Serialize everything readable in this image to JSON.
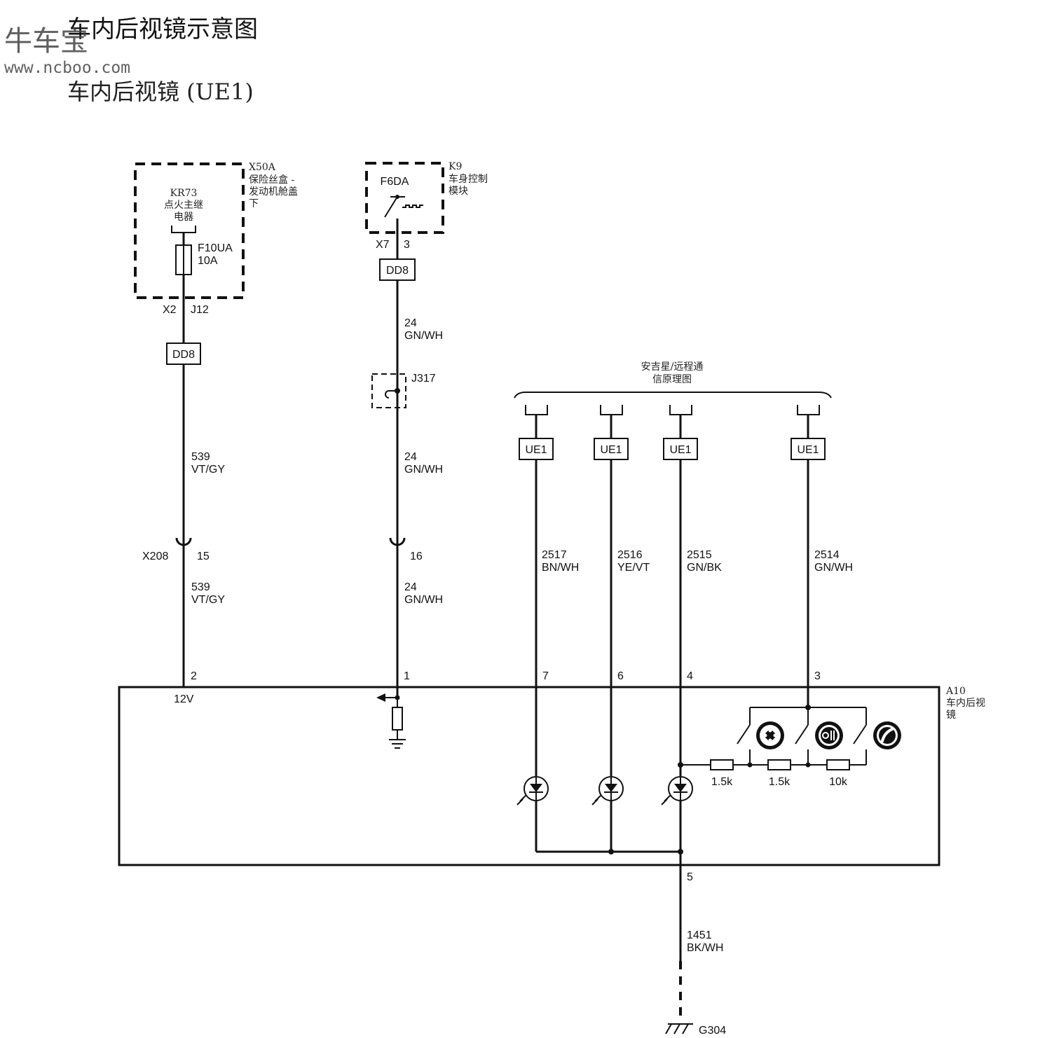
{
  "page": {
    "title": "车内后视镜示意图",
    "subtitle": "车内后视镜 (UE1)"
  },
  "watermark": {
    "name": "牛车宝",
    "url": "www.ncboo.com"
  },
  "fuse_block": {
    "id": "X50A",
    "desc_lines": [
      "保险丝盒 -",
      "发动机舱盖",
      "下"
    ],
    "relay_lines": [
      "KR73",
      "点火主继",
      "电器"
    ],
    "fuse": "F10UA",
    "rating": "10A",
    "connector": "X2",
    "pin": "J12"
  },
  "bcm": {
    "id": "K9",
    "desc_lines": [
      "车身控制",
      "模块"
    ],
    "component": "F6DA",
    "connector": "X7",
    "pin": "3"
  },
  "connectors": {
    "left": "DD8",
    "right": "DD8",
    "ue": "UE1"
  },
  "splice": "J317",
  "inline_connector": {
    "id": "X208",
    "pin_left": "15",
    "pin_right": "16"
  },
  "wires": {
    "w539": {
      "circuit": "539",
      "color": "VT/GY"
    },
    "w24": {
      "circuit": "24",
      "color": "GN/WH"
    },
    "w2517": {
      "circuit": "2517",
      "color": "BN/WH"
    },
    "w2516": {
      "circuit": "2516",
      "color": "YE/VT"
    },
    "w2515": {
      "circuit": "2515",
      "color": "GN/BK"
    },
    "w2514": {
      "circuit": "2514",
      "color": "GN/WH"
    },
    "w1451": {
      "circuit": "1451",
      "color": "BK/WH"
    }
  },
  "onstar_lines": [
    "安吉星/远程通",
    "信原理图"
  ],
  "mirror": {
    "id": "A10",
    "desc_lines": [
      "车内后视",
      "镜"
    ],
    "pins": {
      "p2": "2",
      "p1": "1",
      "p7": "7",
      "p6": "6",
      "p4": "4",
      "p3": "3",
      "p5": "5"
    },
    "supply": "12V",
    "resistors": [
      "1.5k",
      "1.5k",
      "10k"
    ]
  },
  "ground": "G304"
}
